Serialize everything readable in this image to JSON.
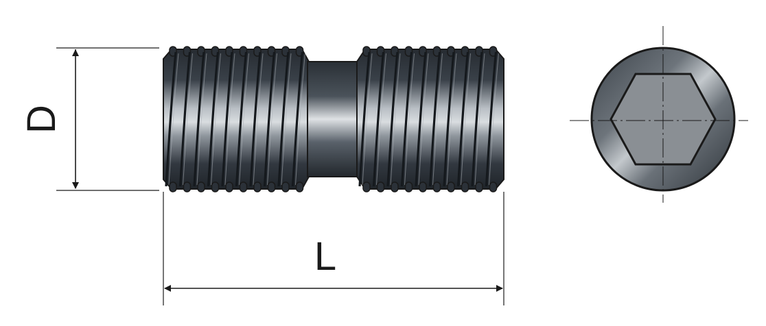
{
  "labels": {
    "diameter": "D",
    "length": "L"
  },
  "colors": {
    "line": "#1a1a1a",
    "metal_dark": "#2b3138",
    "metal_light": "#c9ced3",
    "hex_fill": "#8a8f94",
    "centerline": "#1a1a1a"
  },
  "icons": {
    "side_view": "threaded-stud-side-view",
    "end_view": "hex-socket-end-view"
  }
}
